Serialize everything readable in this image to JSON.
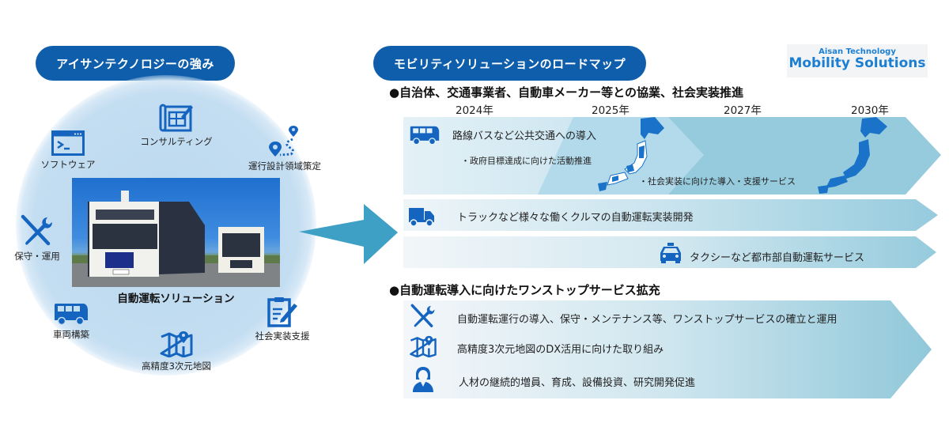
{
  "left": {
    "heading": "アイサンテクノロジーの強み",
    "center_caption": "自動運転ソリューション",
    "features": [
      {
        "label": "ソフトウェア",
        "icon": "terminal-window-icon"
      },
      {
        "label": "コンサルティング",
        "icon": "blueprint-icon"
      },
      {
        "label": "運行設計領域策定",
        "icon": "route-pins-icon"
      },
      {
        "label": "保守・運用",
        "icon": "wrench-screwdriver-icon"
      },
      {
        "label": "車両構築",
        "icon": "bus-icon"
      },
      {
        "label": "高精度3次元地図",
        "icon": "map-pin-icon"
      },
      {
        "label": "社会実装支援",
        "icon": "clipboard-pen-icon"
      }
    ]
  },
  "right": {
    "heading": "モビリティソリューションのロードマップ",
    "logo": {
      "line1": "Aisan Technology",
      "line2": "Mobility Solutions"
    },
    "section1": {
      "title": "●自治体、交通事業者、自動車メーカー等との協業、社会実装推進",
      "years": [
        "2024年",
        "2025年",
        "2027年",
        "2030年"
      ],
      "bus_row": {
        "title": "路線バスなど公共交通への導入",
        "sub1": "・政府目標達成に向けた活動推進",
        "sub2": "・社会実装に向けた導入・支援サービス"
      },
      "truck_row": "トラックなど様々な働くクルマの自動運転実装開発",
      "taxi_row": "タクシーなど都市部自動運転サービス"
    },
    "section2": {
      "title": "●自動運転導入に向けたワンストップサービス拡充",
      "items": [
        {
          "text": "自動運転運行の導入、保守・メンテナンス等、ワンストップサービスの確立と運用",
          "icon": "wrench-screwdriver-icon"
        },
        {
          "text": "高精度3次元地図のDX活用に向けた取り組み",
          "icon": "map-pin-icon"
        },
        {
          "text": "人材の継続的増員、育成、設備投資、研究開発促進",
          "icon": "person-icon"
        }
      ]
    }
  },
  "colors": {
    "brand_blue": "#0f5eab",
    "icon_blue": "#1565c0",
    "arrow_teal": "#3ea0c4",
    "band_light": "#e6f2f8",
    "band_dark": "#8ec9dc",
    "map_blue": "#1a73c9"
  }
}
